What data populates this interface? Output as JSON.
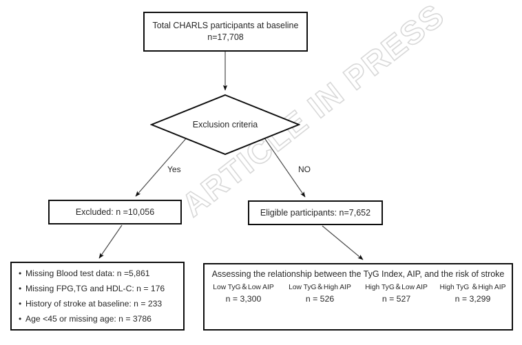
{
  "figure": {
    "type": "flowchart",
    "watermark": "ARTICLE IN PRESS",
    "line_color": "#0d0d0d",
    "text_color": "#262626",
    "background": "#ffffff"
  },
  "nodes": {
    "total": {
      "line1": "Total CHARLS participants at baseline",
      "line2": "n=17,708"
    },
    "decision": {
      "label": "Exclusion criteria"
    },
    "excluded": {
      "label": "Excluded: n =10,056"
    },
    "eligible": {
      "label": "Eligible participants: n=7,652"
    },
    "reasons": {
      "items": [
        "Missing Blood test data: n =5,861",
        "Missing FPG,TG and HDL-C: n = 176",
        "History of stroke at baseline: n = 233",
        "Age <45 or missing age: n = 3786"
      ],
      "bullet_glyph": "•"
    },
    "outcome": {
      "headline": "Assessing the relationship between the TyG Index, AIP, and the risk of stroke",
      "groups": [
        {
          "label": "Low TyG＆Low AIP",
          "count": "n = 3,300"
        },
        {
          "label": "Low TyG＆High AIP",
          "count": "n = 526"
        },
        {
          "label": "High TyG＆Low AIP",
          "count": "n = 527"
        },
        {
          "label": "High TyG ＆High AIP",
          "count": "n = 3,299"
        }
      ]
    }
  },
  "edges": {
    "yes_label": "Yes",
    "no_label": "NO"
  }
}
